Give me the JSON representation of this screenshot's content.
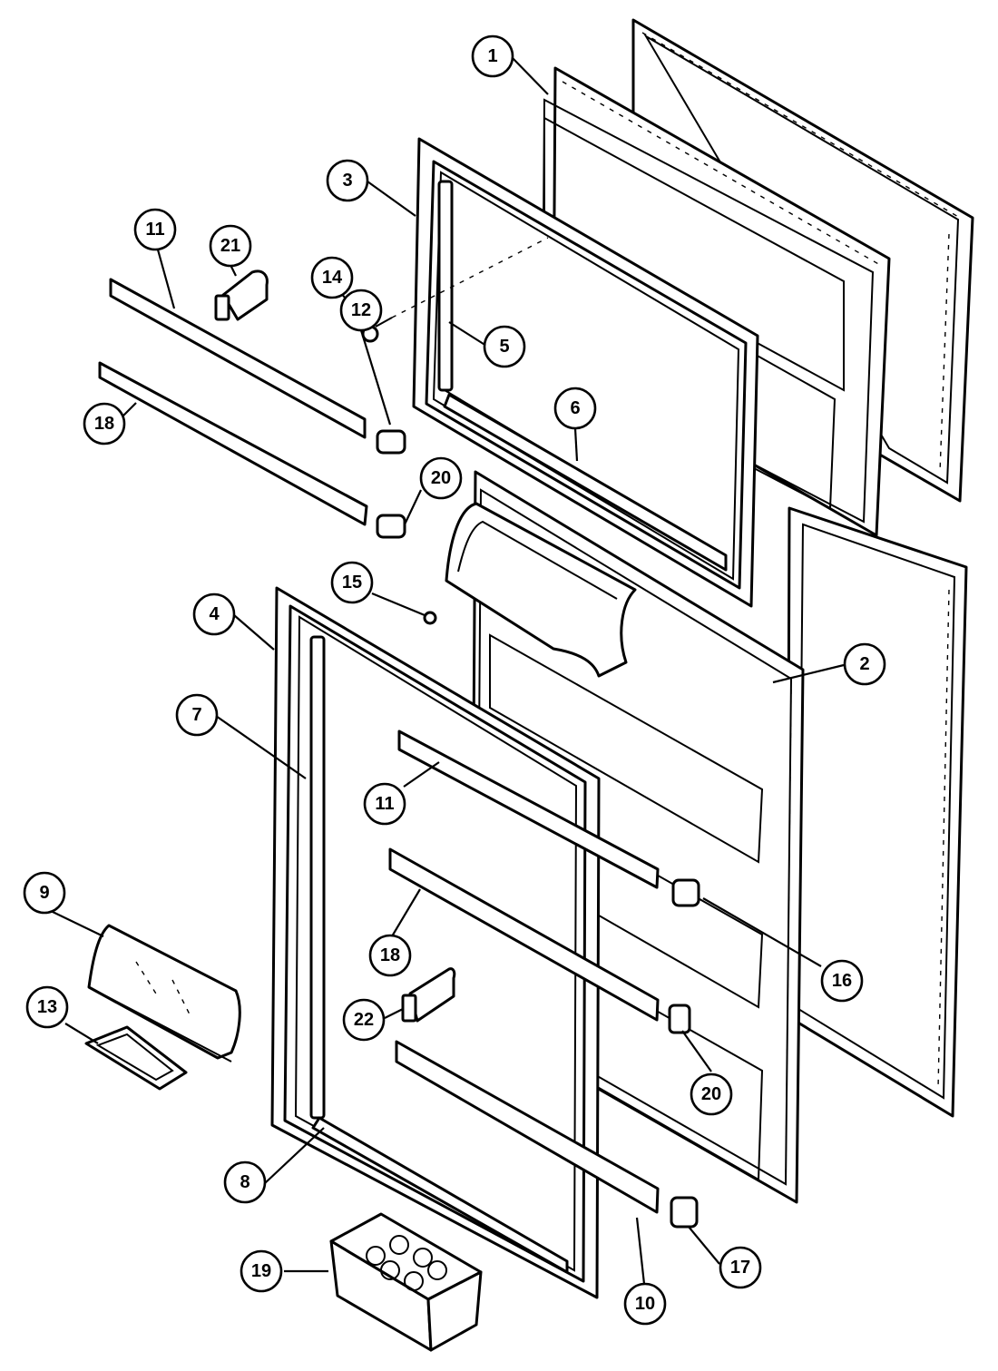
{
  "callouts": [
    {
      "id": "c1",
      "label": "1"
    },
    {
      "id": "c2",
      "label": "2"
    },
    {
      "id": "c3",
      "label": "3"
    },
    {
      "id": "c4",
      "label": "4"
    },
    {
      "id": "c5",
      "label": "5"
    },
    {
      "id": "c6",
      "label": "6"
    },
    {
      "id": "c7",
      "label": "7"
    },
    {
      "id": "c8",
      "label": "8"
    },
    {
      "id": "c9",
      "label": "9"
    },
    {
      "id": "c10",
      "label": "10"
    },
    {
      "id": "c11a",
      "label": "11"
    },
    {
      "id": "c11b",
      "label": "11"
    },
    {
      "id": "c12",
      "label": "12"
    },
    {
      "id": "c13",
      "label": "13"
    },
    {
      "id": "c14",
      "label": "14"
    },
    {
      "id": "c15",
      "label": "15"
    },
    {
      "id": "c16",
      "label": "16"
    },
    {
      "id": "c17",
      "label": "17"
    },
    {
      "id": "c18a",
      "label": "18"
    },
    {
      "id": "c18b",
      "label": "18"
    },
    {
      "id": "c19",
      "label": "19"
    },
    {
      "id": "c20a",
      "label": "20"
    },
    {
      "id": "c20b",
      "label": "20"
    },
    {
      "id": "c21",
      "label": "21"
    },
    {
      "id": "c22",
      "label": "22"
    }
  ]
}
